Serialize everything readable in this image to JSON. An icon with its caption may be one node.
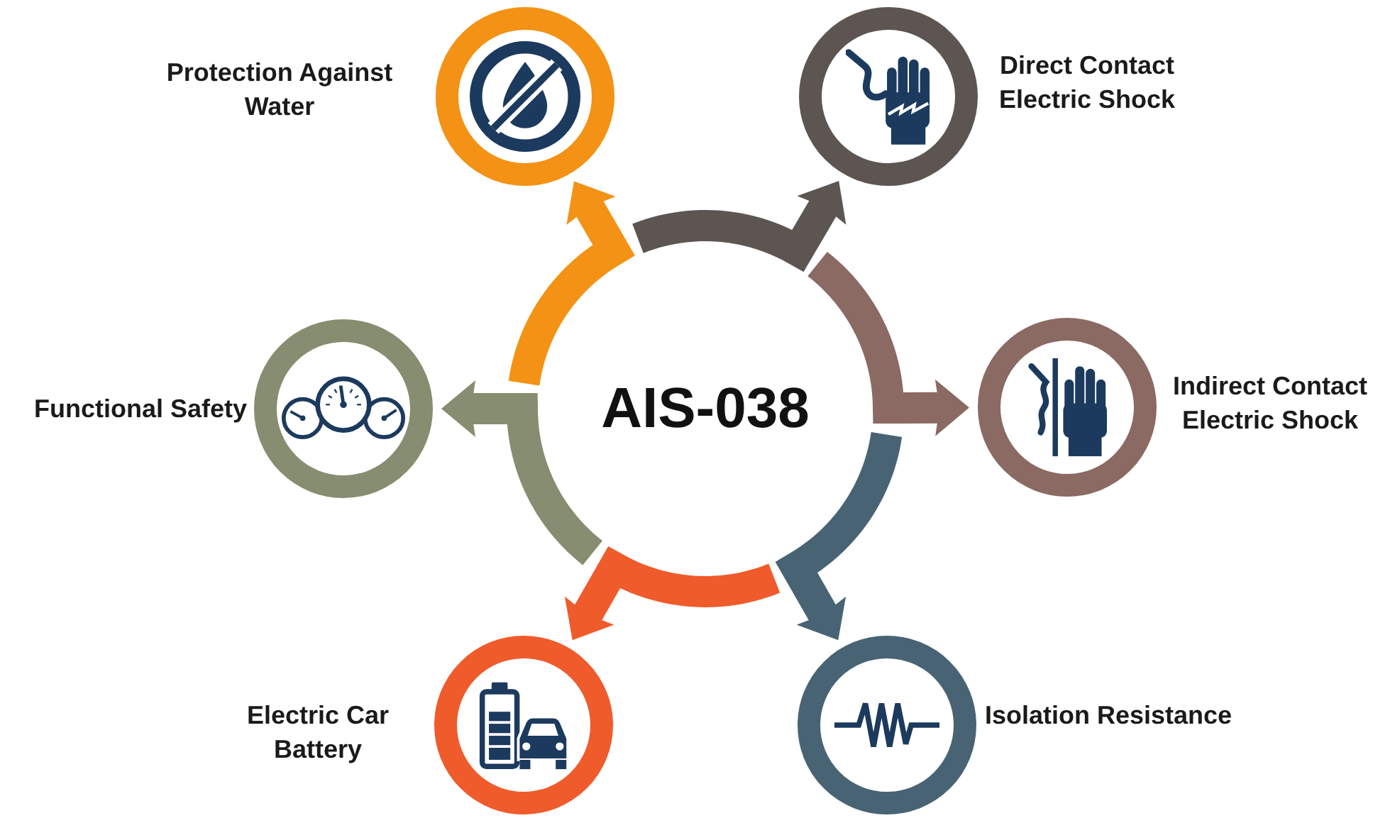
{
  "diagram": {
    "nodes": [
      {
        "text": [
          "AIS-038"
        ]
      },
      {
        "text": [
          "Protection Against Water"
        ]
      },
      {
        "text": [
          "Direct Contact Electric Shock"
        ]
      },
      {
        "text": [
          "Indirect Contact Electric Shock"
        ]
      },
      {
        "text": [
          "Isolation Resistance"
        ]
      },
      {
        "text": [
          "Electric Car Battery"
        ]
      },
      {
        "text": [
          "Functional Safety"
        ]
      }
    ],
    "edges": [
      {
        "from": 0,
        "to": 1,
        "arrow": "to",
        "color": "#f39214"
      },
      {
        "from": 0,
        "to": 2,
        "arrow": "to",
        "color": "#5d5552"
      },
      {
        "from": 0,
        "to": 3,
        "arrow": "to",
        "color": "#8b6a64"
      },
      {
        "from": 0,
        "to": 4,
        "arrow": "to",
        "color": "#486474"
      },
      {
        "from": 0,
        "to": 5,
        "arrow": "to",
        "color": "#ef5b2b"
      },
      {
        "from": 0,
        "to": 6,
        "arrow": "to",
        "color": "#878d70"
      }
    ]
  }
}
